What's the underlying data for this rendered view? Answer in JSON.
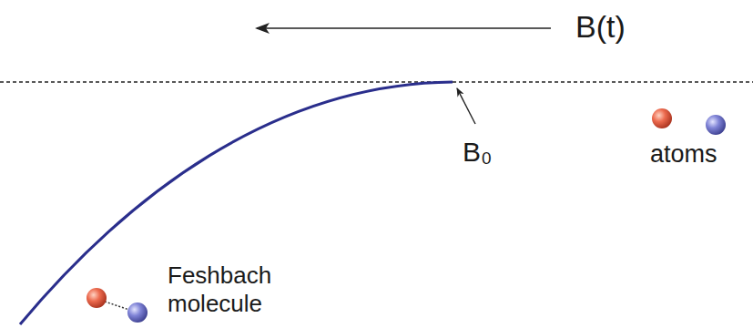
{
  "diagram": {
    "labels": [
      "B(t)",
      "B₀",
      "atoms",
      "Feshbach molecule"
    ]
  }
}
